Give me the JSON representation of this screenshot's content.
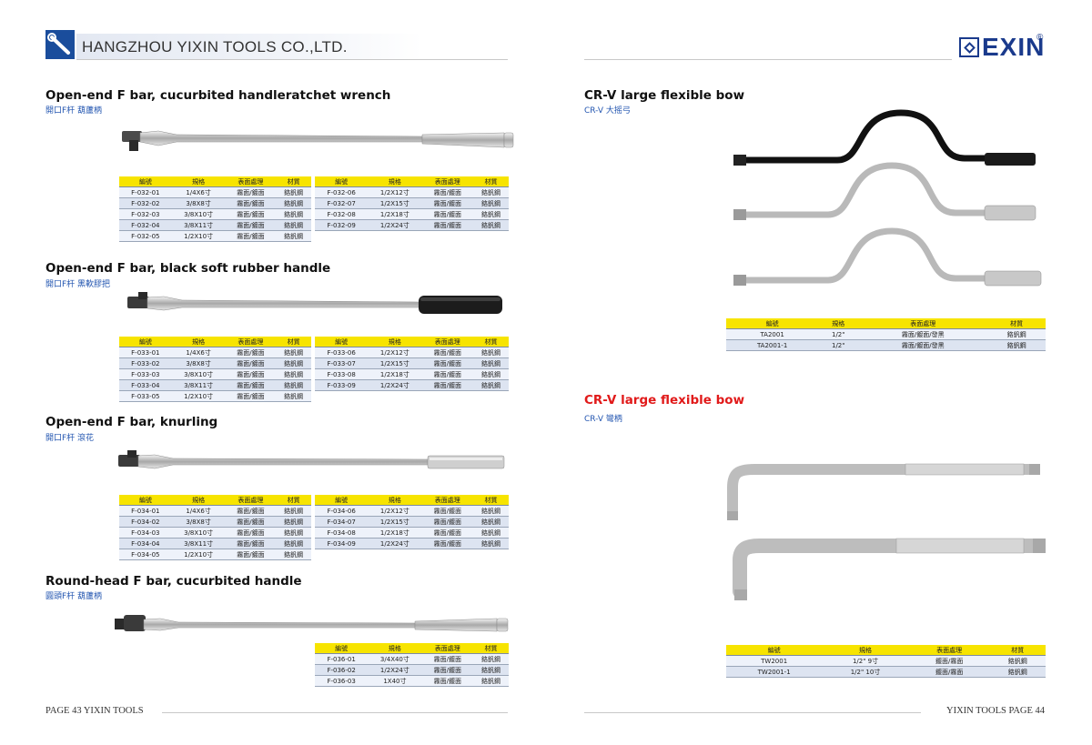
{
  "header": {
    "company": "HANGZHOU YIXIN TOOLS CO.,LTD.",
    "brand": "EXIN",
    "registered_mark": "®"
  },
  "columns": [
    "編號",
    "規格",
    "表面處理",
    "材質"
  ],
  "sections": [
    {
      "title": "Open-end F bar, cucurbited handleratchet wrench",
      "subtitle": "開口F杆  葫蘆柄",
      "table_left": [
        [
          "F-032-01",
          "1/4X6寸",
          "霧面/鍍面",
          "鉻釩鋼"
        ],
        [
          "F-032-02",
          "3/8X8寸",
          "霧面/鍍面",
          "鉻釩鋼"
        ],
        [
          "F-032-03",
          "3/8X10寸",
          "霧面/鍍面",
          "鉻釩鋼"
        ],
        [
          "F-032-04",
          "3/8X11寸",
          "霧面/鍍面",
          "鉻釩鋼"
        ],
        [
          "F-032-05",
          "1/2X10寸",
          "霧面/鍍面",
          "鉻釩鋼"
        ]
      ],
      "table_right": [
        [
          "F-032-06",
          "1/2X12寸",
          "霧面/鍍面",
          "鉻釩鋼"
        ],
        [
          "F-032-07",
          "1/2X15寸",
          "霧面/鍍面",
          "鉻釩鋼"
        ],
        [
          "F-032-08",
          "1/2X18寸",
          "霧面/鍍面",
          "鉻釩鋼"
        ],
        [
          "F-032-09",
          "1/2X24寸",
          "霧面/鍍面",
          "鉻釩鋼"
        ]
      ]
    },
    {
      "title": "Open-end F bar, black soft rubber handle",
      "subtitle": "開口F杆  黑軟膠把",
      "table_left": [
        [
          "F-033-01",
          "1/4X6寸",
          "霧面/鍍面",
          "鉻釩鋼"
        ],
        [
          "F-033-02",
          "3/8X8寸",
          "霧面/鍍面",
          "鉻釩鋼"
        ],
        [
          "F-033-03",
          "3/8X10寸",
          "霧面/鍍面",
          "鉻釩鋼"
        ],
        [
          "F-033-04",
          "3/8X11寸",
          "霧面/鍍面",
          "鉻釩鋼"
        ],
        [
          "F-033-05",
          "1/2X10寸",
          "霧面/鍍面",
          "鉻釩鋼"
        ]
      ],
      "table_right": [
        [
          "F-033-06",
          "1/2X12寸",
          "霧面/鍍面",
          "鉻釩鋼"
        ],
        [
          "F-033-07",
          "1/2X15寸",
          "霧面/鍍面",
          "鉻釩鋼"
        ],
        [
          "F-033-08",
          "1/2X18寸",
          "霧面/鍍面",
          "鉻釩鋼"
        ],
        [
          "F-033-09",
          "1/2X24寸",
          "霧面/鍍面",
          "鉻釩鋼"
        ]
      ]
    },
    {
      "title": "Open-end F bar, knurling",
      "subtitle": "開口F杆  滾花",
      "table_left": [
        [
          "F-034-01",
          "1/4X6寸",
          "霧面/鍍面",
          "鉻釩鋼"
        ],
        [
          "F-034-02",
          "3/8X8寸",
          "霧面/鍍面",
          "鉻釩鋼"
        ],
        [
          "F-034-03",
          "3/8X10寸",
          "霧面/鍍面",
          "鉻釩鋼"
        ],
        [
          "F-034-04",
          "3/8X11寸",
          "霧面/鍍面",
          "鉻釩鋼"
        ],
        [
          "F-034-05",
          "1/2X10寸",
          "霧面/鍍面",
          "鉻釩鋼"
        ]
      ],
      "table_right": [
        [
          "F-034-06",
          "1/2X12寸",
          "霧面/鍍面",
          "鉻釩鋼"
        ],
        [
          "F-034-07",
          "1/2X15寸",
          "霧面/鍍面",
          "鉻釩鋼"
        ],
        [
          "F-034-08",
          "1/2X18寸",
          "霧面/鍍面",
          "鉻釩鋼"
        ],
        [
          "F-034-09",
          "1/2X24寸",
          "霧面/鍍面",
          "鉻釩鋼"
        ]
      ]
    },
    {
      "title": "Round-head F bar, cucurbited handle",
      "subtitle": "圓頭F杆  葫蘆柄",
      "table_right": [
        [
          "F-036-01",
          "3/4X40寸",
          "霧面/鍍面",
          "鉻釩鋼"
        ],
        [
          "F-036-02",
          "1/2X24寸",
          "霧面/鍍面",
          "鉻釩鋼"
        ],
        [
          "F-036-03",
          "1X40寸",
          "霧面/鍍面",
          "鉻釩鋼"
        ]
      ]
    },
    {
      "title": "CR-V  large flexible bow",
      "subtitle": "CR-V  大摇弓",
      "table": [
        [
          "TA2001",
          "1/2\"",
          "霧面/鍍面/發黑",
          "鉻釩鋼"
        ],
        [
          "TA2001-1",
          "1/2\"",
          "霧面/鍍面/發黑",
          "鉻釩鋼"
        ]
      ]
    },
    {
      "title": "CR-V  large flexible bow",
      "subtitle": "CR-V  彎柄",
      "accent": "#e11a1a",
      "table": [
        [
          "TW2001",
          "1/2\" 9寸",
          "鍍面/霧面",
          "鉻釩鋼"
        ],
        [
          "TW2001-1",
          "1/2\" 10寸",
          "鍍面/霧面",
          "鉻釩鋼"
        ]
      ]
    }
  ],
  "footer": {
    "left": "PAGE 43   YIXIN TOOLS",
    "right": "YIXIN TOOLS   PAGE 44"
  },
  "colors": {
    "header_blue": "#1a4d9c",
    "brand_blue": "#1a3a8c",
    "table_header": "#f7e400",
    "red_title": "#e11a1a",
    "subtitle_blue": "#2255b0"
  }
}
